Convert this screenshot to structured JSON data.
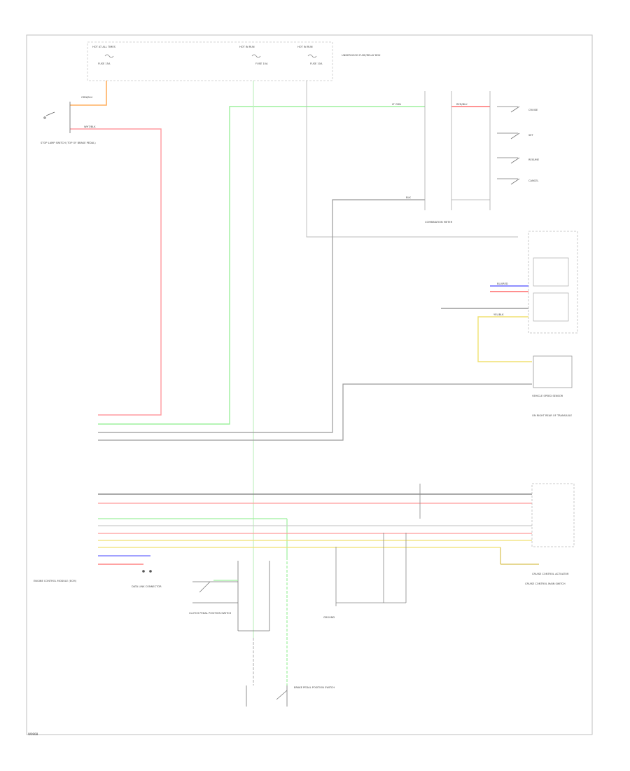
{
  "footer": {
    "code": "W0908"
  },
  "fuses": [
    {
      "id": "fuse-left",
      "label": "HOT AT ALL TIMES",
      "sub": "FUSE 15A"
    },
    {
      "id": "fuse-mid",
      "label": "HOT IN RUN",
      "sub": "FUSE 10A"
    },
    {
      "id": "fuse-right",
      "label": "HOT IN RUN",
      "sub": "FUSE 10A"
    }
  ],
  "panel_note": "UNDERHOOD FUSE/RELAY BOX",
  "components": {
    "stop_lamp_switch": "STOP LAMP SWITCH (TOP OF BRAKE PEDAL)",
    "combination_meter": "COMBINATION METER",
    "vehicle_speed_sensor": "VEHICLE SPEED SENSOR",
    "vss_location": "ON RIGHT REAR OF TRANSAXLE",
    "ecm": "ENGINE CONTROL MODULE (ECM)",
    "cruise_switch": "CRUISE CONTROL MAIN SWITCH",
    "clutch_switch": "CLUTCH PEDAL POSITION SWITCH",
    "brake_switch": "BRAKE PEDAL POSITION SWITCH",
    "ground": "GROUND",
    "ctrl_module": "CRUISE CONTROL ACTUATOR",
    "data_link": "DATA LINK CONNECTOR"
  },
  "meter_switches": [
    "CRUISE",
    "SET",
    "RESUME",
    "CANCEL"
  ],
  "wire_labels": {
    "orange": "ORN/BLU",
    "pink": "WHT/BLK",
    "green": "LT GRN",
    "red": "RED/BLK",
    "black": "BLK",
    "blue": "BLU/RED",
    "yellow": "YEL/BLK"
  }
}
